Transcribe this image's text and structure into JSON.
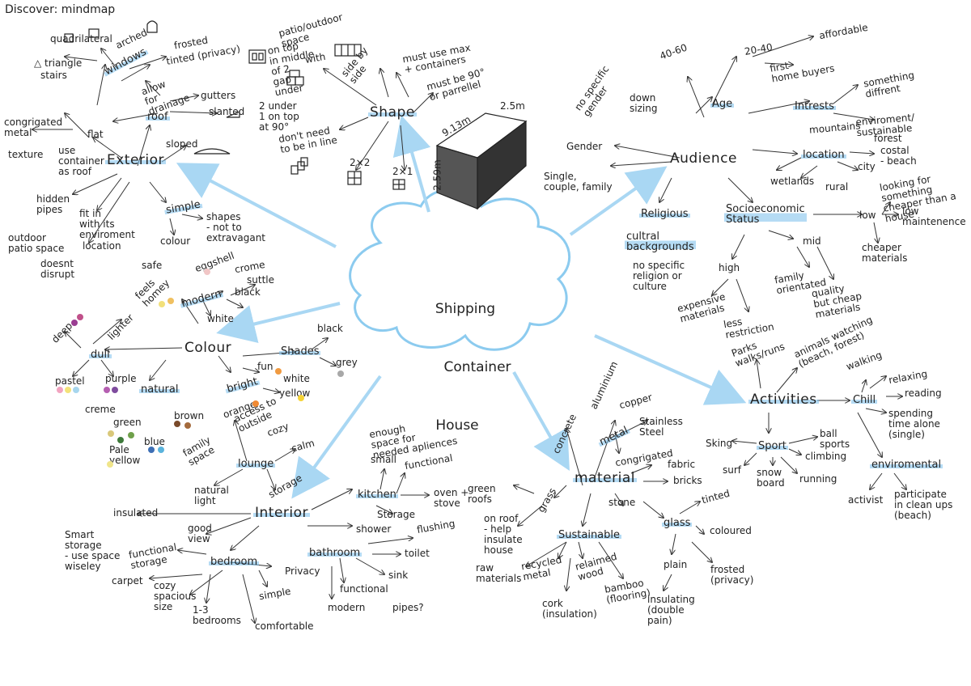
{
  "header": "Discover: mindmap",
  "center": [
    "Shipping",
    "Container",
    "House"
  ],
  "exterior": {
    "label": "Exterior",
    "windows": "windows",
    "quadrilateral": "quadrilateral",
    "arched": "arched",
    "triangle": "△ triangle",
    "stairs": "stairs",
    "frosted": "frosted",
    "tinted_privacy": "tinted (privacy)",
    "roof": "roof",
    "allow_drainage": "allow\nfor\ndrainage",
    "gutters": "gutters",
    "slanted": "slanted",
    "sloped": "sloped",
    "flat": "flat",
    "congregated_metal": "congrigated\nmetal",
    "texture": "texture",
    "use_container_roof": "use\ncontainer\nas roof",
    "hidden_pipes": "hidden\npipes",
    "fit_in": "fit in\nwith its\nenviroment",
    "outdoor_patio": "outdoor\npatio space",
    "location": "location",
    "doesnt_disrupt": "doesnt\ndisrupt",
    "simple": "simple",
    "shapes_not_extravagant": "shapes\n- not to\nextravagant",
    "colour": "colour"
  },
  "shape": {
    "label": "Shape",
    "patio_outdoor": "patio/outdoor\nspace",
    "on_top_middle": "on top\nin middle\nof 2\ngap\nunder",
    "with": "with",
    "side_by_side": "side by\nside",
    "must_use_max": "must use max\n+ containers",
    "must_be_90": "must be 90°\nor parrellel",
    "two_under": "2 under\n1 on top\nat 90°",
    "dont_need_inline": "don't need\nto be in line",
    "two_by_two": "2×2",
    "two_by_one": "2×1",
    "dim_length": "2.5m",
    "dim_width": "9.13m",
    "dim_height": "2.59m"
  },
  "audience": {
    "label": "Audience",
    "age": "Age",
    "age_40_60": "40-60",
    "down_sizing": "down\nsizing",
    "age_20_40": "20-40",
    "affordable": "affordable",
    "first_home": "first\nhome buyers",
    "gender": "Gender",
    "no_specific_gender": "no specific\ngender",
    "single_couple_family": "Single,\ncouple, family",
    "interests": "Intrests",
    "something_different": "something\ndiffrent",
    "environment_sustainable": "enviroment/\nsustainable",
    "location": "location",
    "mountains_forest": "mountains",
    "forest": "forest",
    "coastal": "costal\n- beach",
    "city": "city",
    "wetlands": "wetlands",
    "rural": "rural",
    "religious": "Religious",
    "cultural": "cultral\nbackgrounds",
    "no_specific_religion": "no specific\nreligion or\nculture",
    "socioeconomic": "Socioeconomic\nStatus",
    "low": "low",
    "low_maintenance": "low\nmaintenence",
    "looking_cheaper": "looking for\nsomething\ncheaper than a\nhouse",
    "cheaper_materials": "cheaper\nmaterials",
    "mid": "mid",
    "family_orientated": "family\norientated",
    "quality_cheap": "quality\nbut cheap\nmaterials",
    "high": "high",
    "expensive_materials": "expensive\nmaterials",
    "less_restriction": "less\nrestriction"
  },
  "colour": {
    "label": "Colour",
    "shades": "Shades",
    "black": "black",
    "grey": "grey",
    "white": "white",
    "dull": "dull",
    "lighter": "lighter",
    "deep": "deep",
    "pastel": "pastel",
    "purple": "purple",
    "natural": "natural",
    "creme": "creme",
    "green": "green",
    "brown": "brown",
    "blue": "blue",
    "pale_yellow": "Pale\nyellow",
    "bright": "bright",
    "fun": "fun",
    "yellow": "yellow",
    "orange": "orange",
    "modern": "modern",
    "crome": "crome",
    "suttle": "suttle",
    "black2": "black",
    "white2": "white",
    "eggshell": "eggshell",
    "feels_homey": "feels\nhomey",
    "safe": "safe"
  },
  "interior": {
    "label": "Interior",
    "insulated": "insulated",
    "smart_storage": "Smart\nstorage\n- use space\nwiseley",
    "lounge": "lounge",
    "access_outside": "access to\noutside",
    "cozy": "cozy",
    "calm": "calm",
    "family_space": "family\nspace",
    "storage": "storage",
    "natural_light": "natural\nlight",
    "kitchen": "kitchen",
    "enough_space": "enough\nspace for\nneeded apliences",
    "small": "small",
    "functional": "functional",
    "oven_stove": "oven +\nstove",
    "kitchen_storage": "Storage",
    "bedroom": "bedroom",
    "good_view": "good\nview",
    "functional_storage": "functional\nstorage",
    "carpet": "carpet",
    "cozy_spacious": "cozy\nspacious\nsize",
    "bedrooms_1_3": "1-3\nbedrooms",
    "comfortable": "comfortable",
    "bed_simple": "simple",
    "privacy": "Privacy",
    "bathroom": "bathroom",
    "shower": "shower",
    "flushing": "flushing",
    "toilet": "toilet",
    "sink": "sink",
    "bath_functional": "functional",
    "bath_modern": "modern",
    "pipes": "pipes?"
  },
  "material": {
    "label": "material",
    "concrete": "concrete",
    "aluminium": "aluminium",
    "metal": "metal",
    "copper": "copper",
    "stainless": "Stainless\nSteel",
    "congregated": "congrigated",
    "fabric": "fabric",
    "bricks": "bricks",
    "stone": "stone",
    "grass": "grass",
    "green_roofs": "green\nroofs",
    "on_roof": "on roof\n- help\ninsulate\nhouse",
    "sustainable": "Sustainable",
    "raw_materials": "raw\nmaterials",
    "recycled_metal": "recycled\nmetal",
    "reclaimed_wood": "relaimed\nwood",
    "cork": "cork\n(insulation)",
    "bamboo": "bamboo\n(flooring)",
    "glass": "glass",
    "tinted": "tinted",
    "coloured": "coloured",
    "plain": "plain",
    "insulating": "insulating\n(double\npain)",
    "frosted_privacy": "frosted\n(privacy)"
  },
  "activities": {
    "label": "Activities",
    "parks": "Parks\nwalks/runs",
    "animals": "animals watching\n(beach, forest)",
    "chill": "Chill",
    "walking": "walking",
    "relaxing": "relaxing",
    "reading": "reading",
    "spending_time": "spending\ntime alone\n(single)",
    "sport": "Sport",
    "skiing": "Sking",
    "ball_sports": "ball\nsports",
    "climbing": "climbing",
    "surf": "surf",
    "snow_board": "snow\nboard",
    "running": "running",
    "environmental": "enviromental",
    "activist": "activist",
    "participate": "participate\nin clean ups\n(beach)"
  },
  "colors": {
    "accent_blue": "#8ccbef",
    "ink": "#222222"
  }
}
